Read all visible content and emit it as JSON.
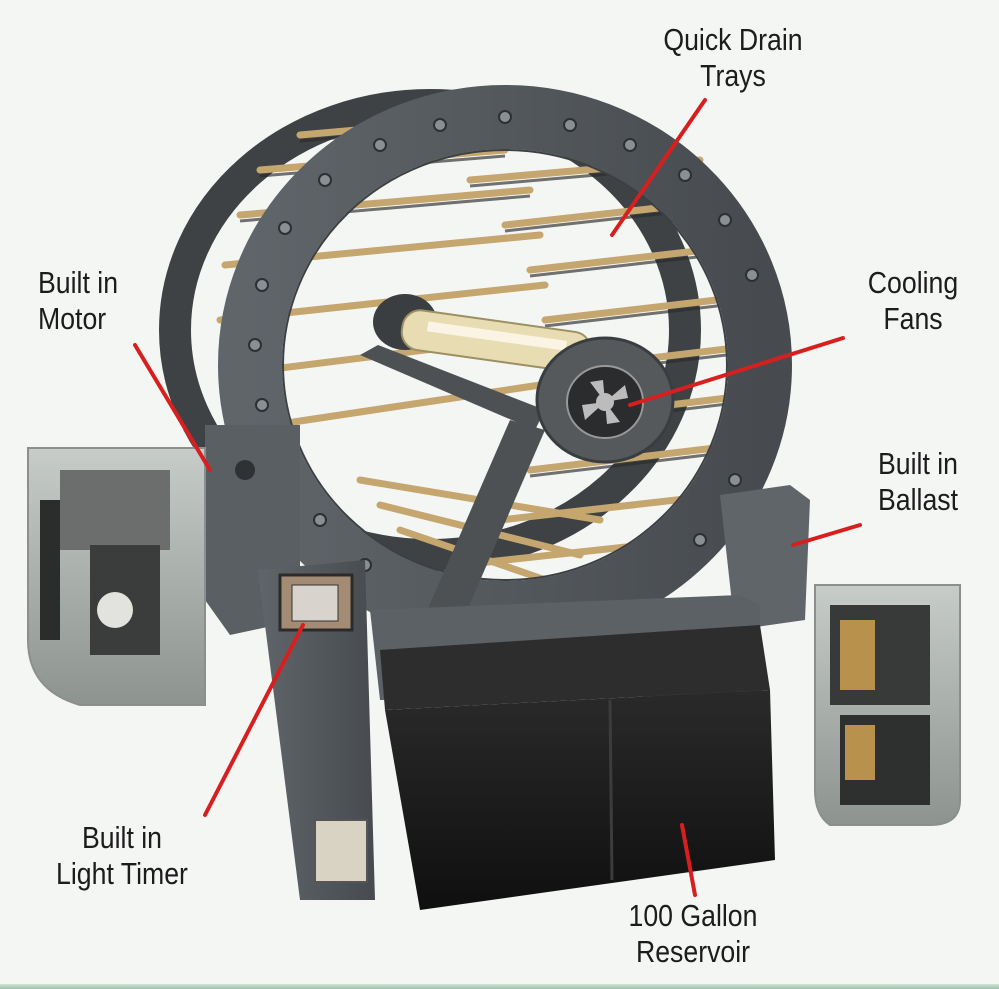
{
  "callouts": {
    "quick_drain": {
      "line1": "Quick Drain",
      "line2": "Trays"
    },
    "motor": {
      "line1": "Built in",
      "line2": "Motor"
    },
    "cooling_fans": {
      "line1": "Cooling",
      "line2": "Fans"
    },
    "ballast": {
      "line1": "Built in",
      "line2": "Ballast"
    },
    "light_timer": {
      "line1": "Built in",
      "line2": "Light Timer"
    },
    "reservoir": {
      "line1": "100 Gallon",
      "line2": "Reservoir"
    }
  },
  "colors": {
    "background": "#f4f6f4",
    "frame": "#55595c",
    "frame_dark": "#3d4144",
    "tray": "#c4a66e",
    "tank": "#1a1a1a",
    "pointer": "#d81f1f"
  }
}
